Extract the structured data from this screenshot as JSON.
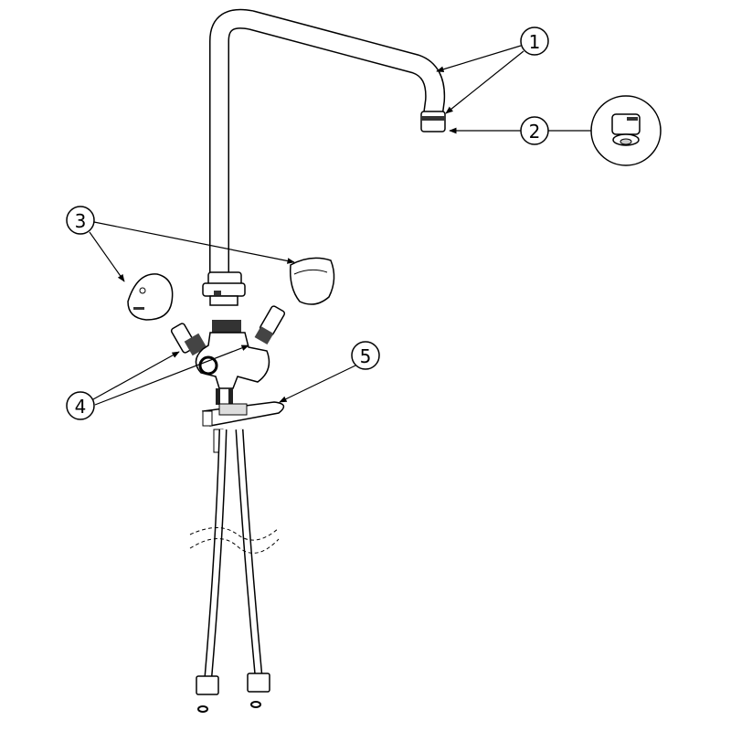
{
  "diagram": {
    "callouts": [
      {
        "id": "1",
        "label": "1"
      },
      {
        "id": "2",
        "label": "2"
      },
      {
        "id": "3",
        "label": "3"
      },
      {
        "id": "4",
        "label": "4"
      },
      {
        "id": "5",
        "label": "5"
      }
    ],
    "colors": {
      "line": "#000000",
      "fill": "#ffffff",
      "shade": "#e6e6e6",
      "dark": "#333333"
    }
  }
}
